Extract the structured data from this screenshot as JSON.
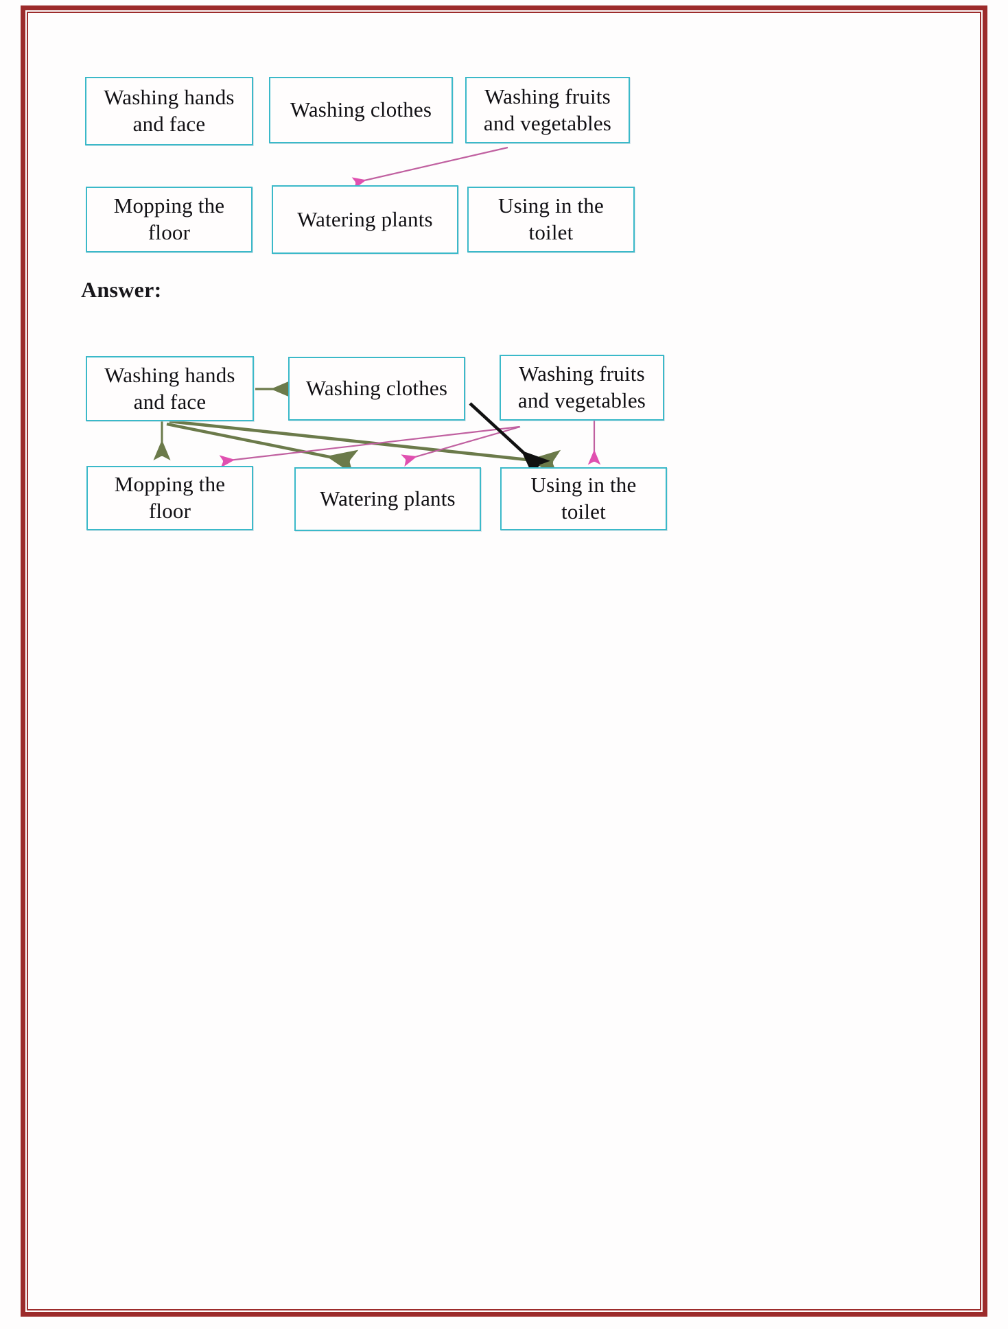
{
  "page": {
    "border_color": "#9c2b2b",
    "background": "#fefdfd",
    "box_border_color": "#3bb9c9",
    "arrow_colors": {
      "pink": "#d060a8",
      "green": "#6b7a4a",
      "black": "#111111"
    }
  },
  "answer_heading": "Answer:",
  "question_diagram": {
    "name": "question-diagram",
    "row1": [
      {
        "id": "q-washing-hands",
        "label": "Washing hands and face",
        "line1": "Washing hands",
        "line2": "and face"
      },
      {
        "id": "q-washing-clothes",
        "label": "Washing clothes",
        "line1": "Washing clothes",
        "line2": ""
      },
      {
        "id": "q-washing-fruits",
        "label": "Washing fruits and vegetables",
        "line1": "Washing fruits",
        "line2": "and vegetables"
      }
    ],
    "row2": [
      {
        "id": "q-mopping-floor",
        "label": "Mopping the floor",
        "line1": "Mopping the",
        "line2": "floor"
      },
      {
        "id": "q-watering-plants",
        "label": "Watering plants",
        "line1": "Watering plants",
        "line2": ""
      },
      {
        "id": "q-using-toilet",
        "label": "Using in the toilet",
        "line1": "Using in the",
        "line2": "toilet"
      }
    ],
    "connections": [
      {
        "from": "Washing fruits and vegetables",
        "to": "Watering plants",
        "color": "#d060a8"
      }
    ]
  },
  "answer_diagram": {
    "name": "answer-diagram",
    "row1": [
      {
        "id": "a-washing-hands",
        "label": "Washing hands and face",
        "line1": "Washing hands",
        "line2": "and face"
      },
      {
        "id": "a-washing-clothes",
        "label": "Washing clothes",
        "line1": "Washing clothes",
        "line2": ""
      },
      {
        "id": "a-washing-fruits",
        "label": "Washing fruits and vegetables",
        "line1": "Washing fruits",
        "line2": "and vegetables"
      }
    ],
    "row2": [
      {
        "id": "a-mopping-floor",
        "label": "Mopping the floor",
        "line1": "Mopping the",
        "line2": "floor"
      },
      {
        "id": "a-watering-plants",
        "label": "Watering plants",
        "line1": "Watering plants",
        "line2": ""
      },
      {
        "id": "a-using-toilet",
        "label": "Using in the toilet",
        "line1": "Using in the",
        "line2": "toilet"
      }
    ],
    "connections": [
      {
        "from": "Washing hands and face",
        "to": "Washing clothes",
        "color": "#6b7a4a"
      },
      {
        "from": "Washing hands and face",
        "to": "Mopping the floor",
        "color": "#6b7a4a"
      },
      {
        "from": "Washing hands and face",
        "to": "Watering plants",
        "color": "#6b7a4a"
      },
      {
        "from": "Washing hands and face",
        "to": "Using in the toilet",
        "color": "#6b7a4a"
      },
      {
        "from": "Washing fruits and vegetables",
        "to": "Mopping the floor",
        "color": "#d060a8"
      },
      {
        "from": "Washing fruits and vegetables",
        "to": "Watering plants",
        "color": "#d060a8"
      },
      {
        "from": "Washing fruits and vegetables",
        "to": "Using in the toilet",
        "color": "#d060a8"
      },
      {
        "from": "Washing clothes",
        "to": "Using in the toilet",
        "color": "#111111"
      }
    ]
  }
}
